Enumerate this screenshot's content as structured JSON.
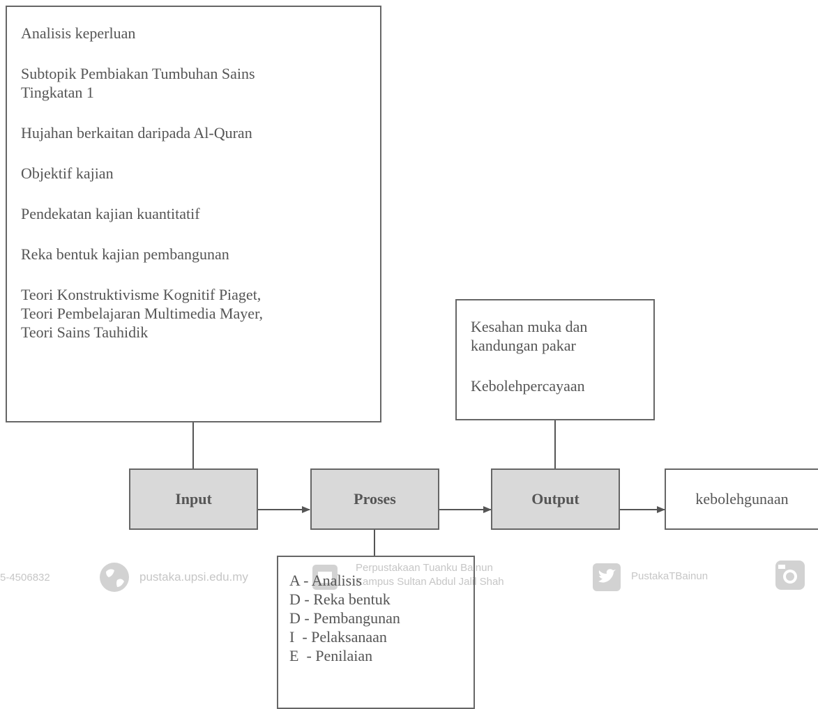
{
  "input_box": {
    "lines": [
      "Analisis keperluan",
      "",
      "Subtopik Pembiakan Tumbuhan Sains",
      "Tingkatan 1",
      "",
      "Hujahan berkaitan daripada Al-Quran",
      "",
      "Objektif kajian",
      "",
      "Pendekatan kajian kuantitatif",
      "",
      "Reka bentuk kajian pembangunan",
      "",
      "Teori Konstruktivisme Kognitif Piaget,",
      "Teori Pembelajaran Multimedia Mayer,",
      "Teori Sains Tauhidik"
    ]
  },
  "output_box": {
    "lines": [
      "Kesahan muka dan",
      "kandungan pakar",
      "",
      "Kebolehpercayaan"
    ]
  },
  "process_box": {
    "lines": [
      "A - Analisis",
      "D - Reka bentuk",
      "D - Pembangunan",
      "I  - Pelaksanaan",
      "E  - Penilaian"
    ]
  },
  "nodes": {
    "input": "Input",
    "proses": "Proses",
    "output": "Output",
    "result": "kebolehgunaan"
  },
  "watermark": {
    "phone": "5-4506832",
    "site": "pustaka.upsi.edu.my",
    "library_line1": "Perpustakaan Tuanku Bainun",
    "library_line2": "Kampus Sultan Abdul Jalil Shah",
    "twitter": "PustakaTBainun"
  },
  "colors": {
    "border": "#666666",
    "node_fill": "#d9d9d9",
    "text": "#555555",
    "watermark": "#c6c6c6"
  }
}
